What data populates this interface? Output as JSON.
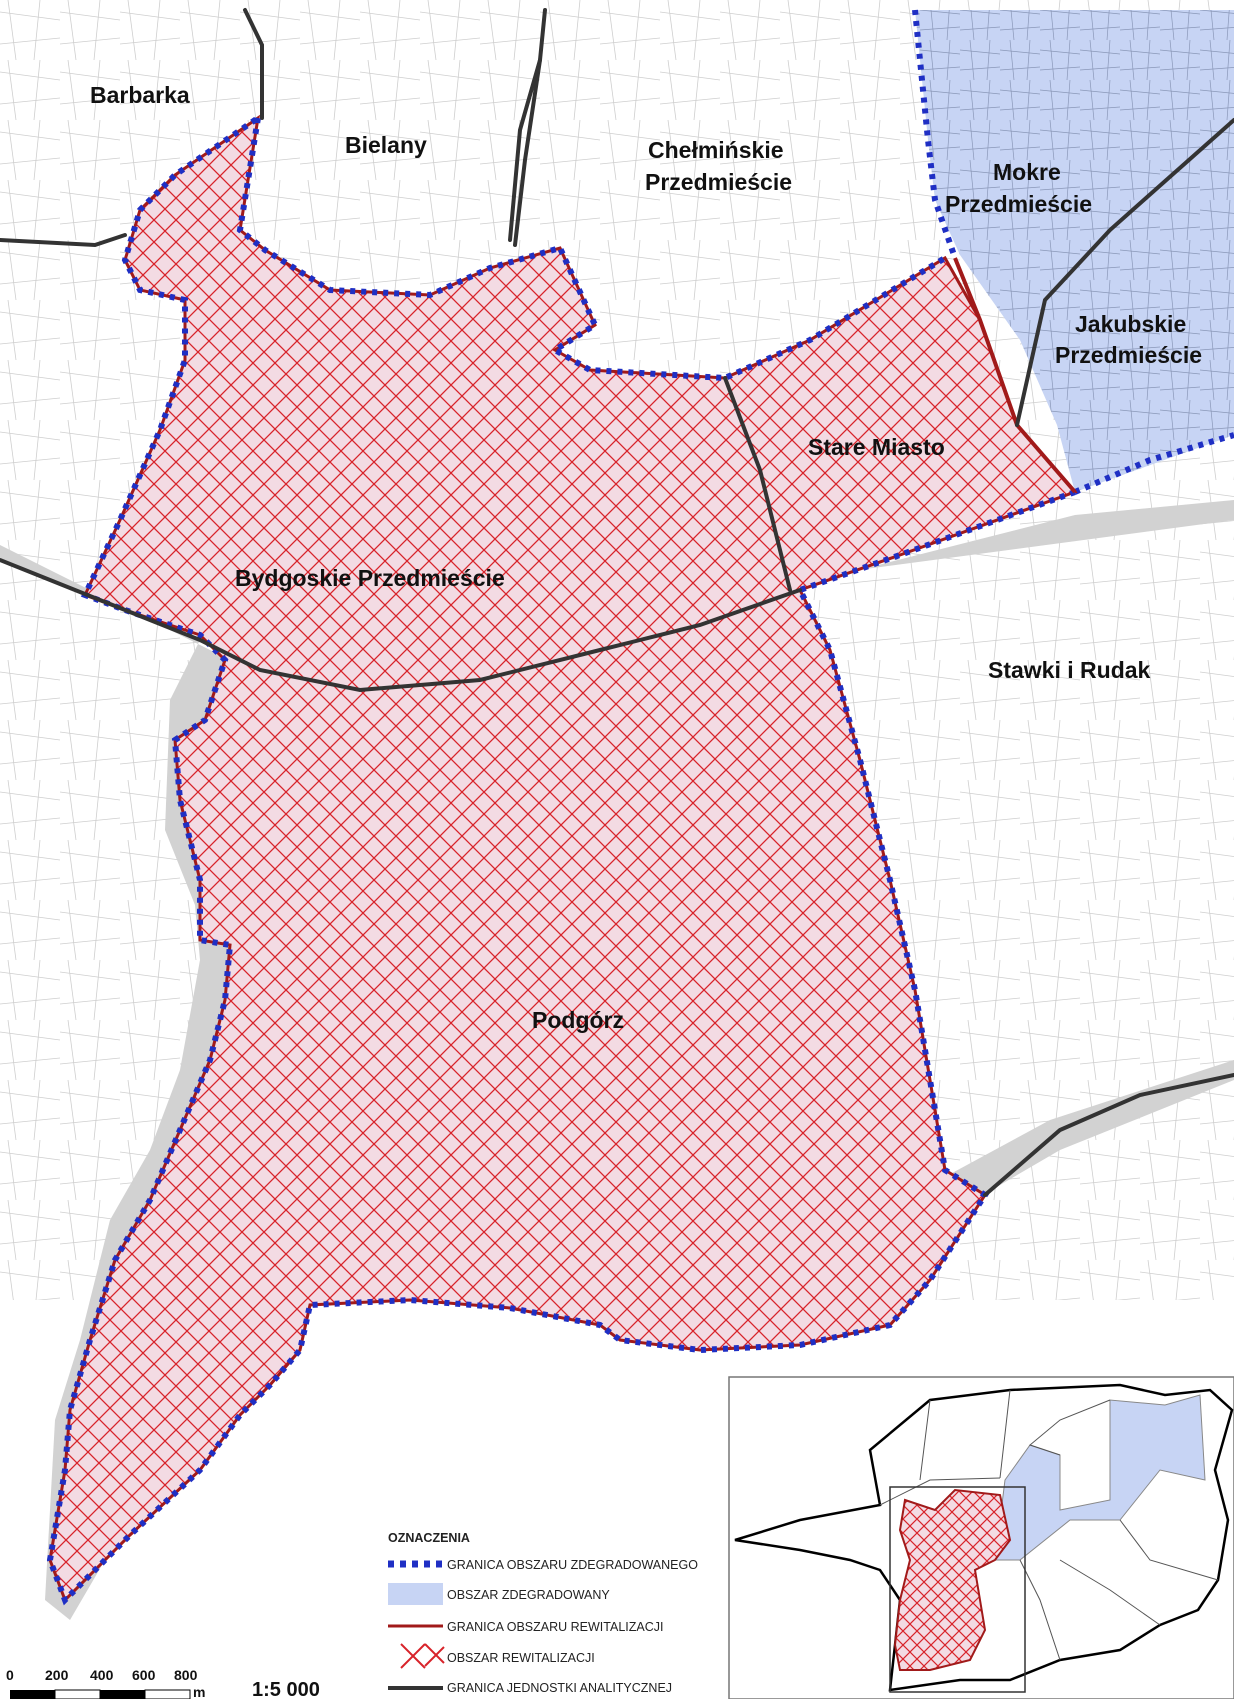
{
  "districts": {
    "barbarka": "Barbarka",
    "bielany": "Bielany",
    "chelminskie_1": "Chełmińskie",
    "chelminskie_2": "Przedmieście",
    "mokre_1": "Mokre",
    "mokre_2": "Przedmieście",
    "jakubskie_1": "Jakubskie",
    "jakubskie_2": "Przedmieście",
    "stare_miasto": "Stare Miasto",
    "bydgoskie": "Bydgoskie Przedmieście",
    "stawki": "Stawki i Rudak",
    "podgorz": "Podgórz"
  },
  "legend": {
    "title": "OZNACZENIA",
    "items": [
      "GRANICA OBSZARU ZDEGRADOWANEGO",
      "OBSZAR ZDEGRADOWANY",
      "GRANICA OBSZARU REWITALIZACJI",
      "OBSZAR REWITALIZACJI",
      "GRANICA JEDNOSTKI ANALITYCZNEJ"
    ]
  },
  "scale": {
    "ticks": [
      "0",
      "200",
      "400",
      "600",
      "800"
    ],
    "unit": "m",
    "ratio": "1:5 000"
  },
  "colors": {
    "degraded_fill": "#c7d4f4",
    "degraded_border": "#1f2fc4",
    "revit_border": "#a11a1a",
    "revit_hatch": "#d8232a",
    "analytic_border": "#333333"
  }
}
